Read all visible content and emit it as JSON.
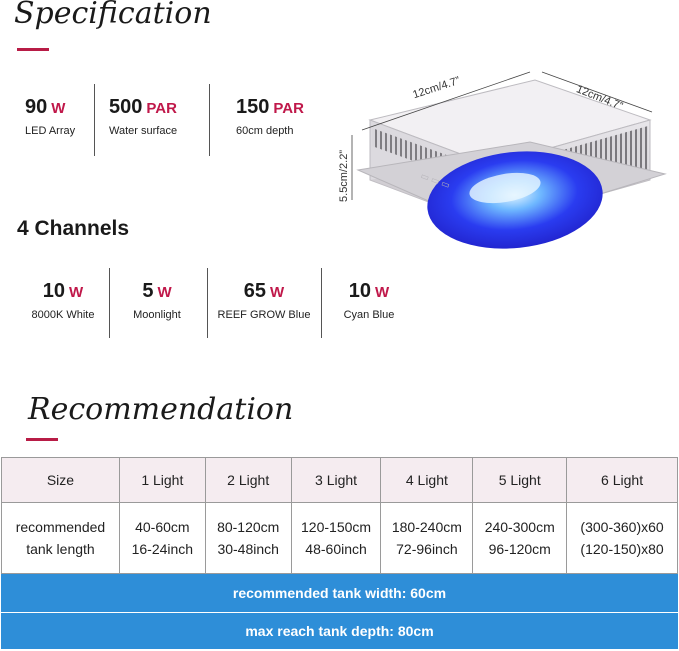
{
  "specification": {
    "title": "Specification",
    "items": [
      {
        "value": "90",
        "unit": "W",
        "label": "LED Array"
      },
      {
        "value": "500",
        "unit": "PAR",
        "label": "Water surface"
      },
      {
        "value": "150",
        "unit": "PAR",
        "label": "60cm depth"
      }
    ]
  },
  "channels": {
    "title": "4 Channels",
    "items": [
      {
        "value": "10",
        "unit": "W",
        "label": "8000K White"
      },
      {
        "value": "5",
        "unit": "W",
        "label": "Moonlight"
      },
      {
        "value": "65",
        "unit": "W",
        "label": "REEF GROW Blue"
      },
      {
        "value": "10",
        "unit": "W",
        "label": "Cyan Blue"
      }
    ]
  },
  "product": {
    "dim_width": "12cm/4.7”",
    "dim_depth": "12cm/4.7”",
    "dim_height": "5.5cm/2.2”"
  },
  "recommendation": {
    "title": "Recommendation",
    "headers": [
      "Size",
      "1 Light",
      "2 Light",
      "3 Light",
      "4 Light",
      "5 Light",
      "6 Light"
    ],
    "row_label": [
      "recommended",
      "tank length"
    ],
    "rows": [
      [
        "40-60cm",
        "16-24inch"
      ],
      [
        "80-120cm",
        "30-48inch"
      ],
      [
        "120-150cm",
        "48-60inch"
      ],
      [
        "180-240cm",
        "72-96inch"
      ],
      [
        "240-300cm",
        "96-120cm"
      ],
      [
        "(300-360)x60",
        "(120-150)x80"
      ]
    ],
    "width_note": "recommended tank width:  60cm",
    "depth_note": "max  reach tank depth:  80cm"
  },
  "colors": {
    "accent": "#c0184a",
    "bar": "#2e8ed8",
    "header_bg": "#f5ecf0"
  }
}
